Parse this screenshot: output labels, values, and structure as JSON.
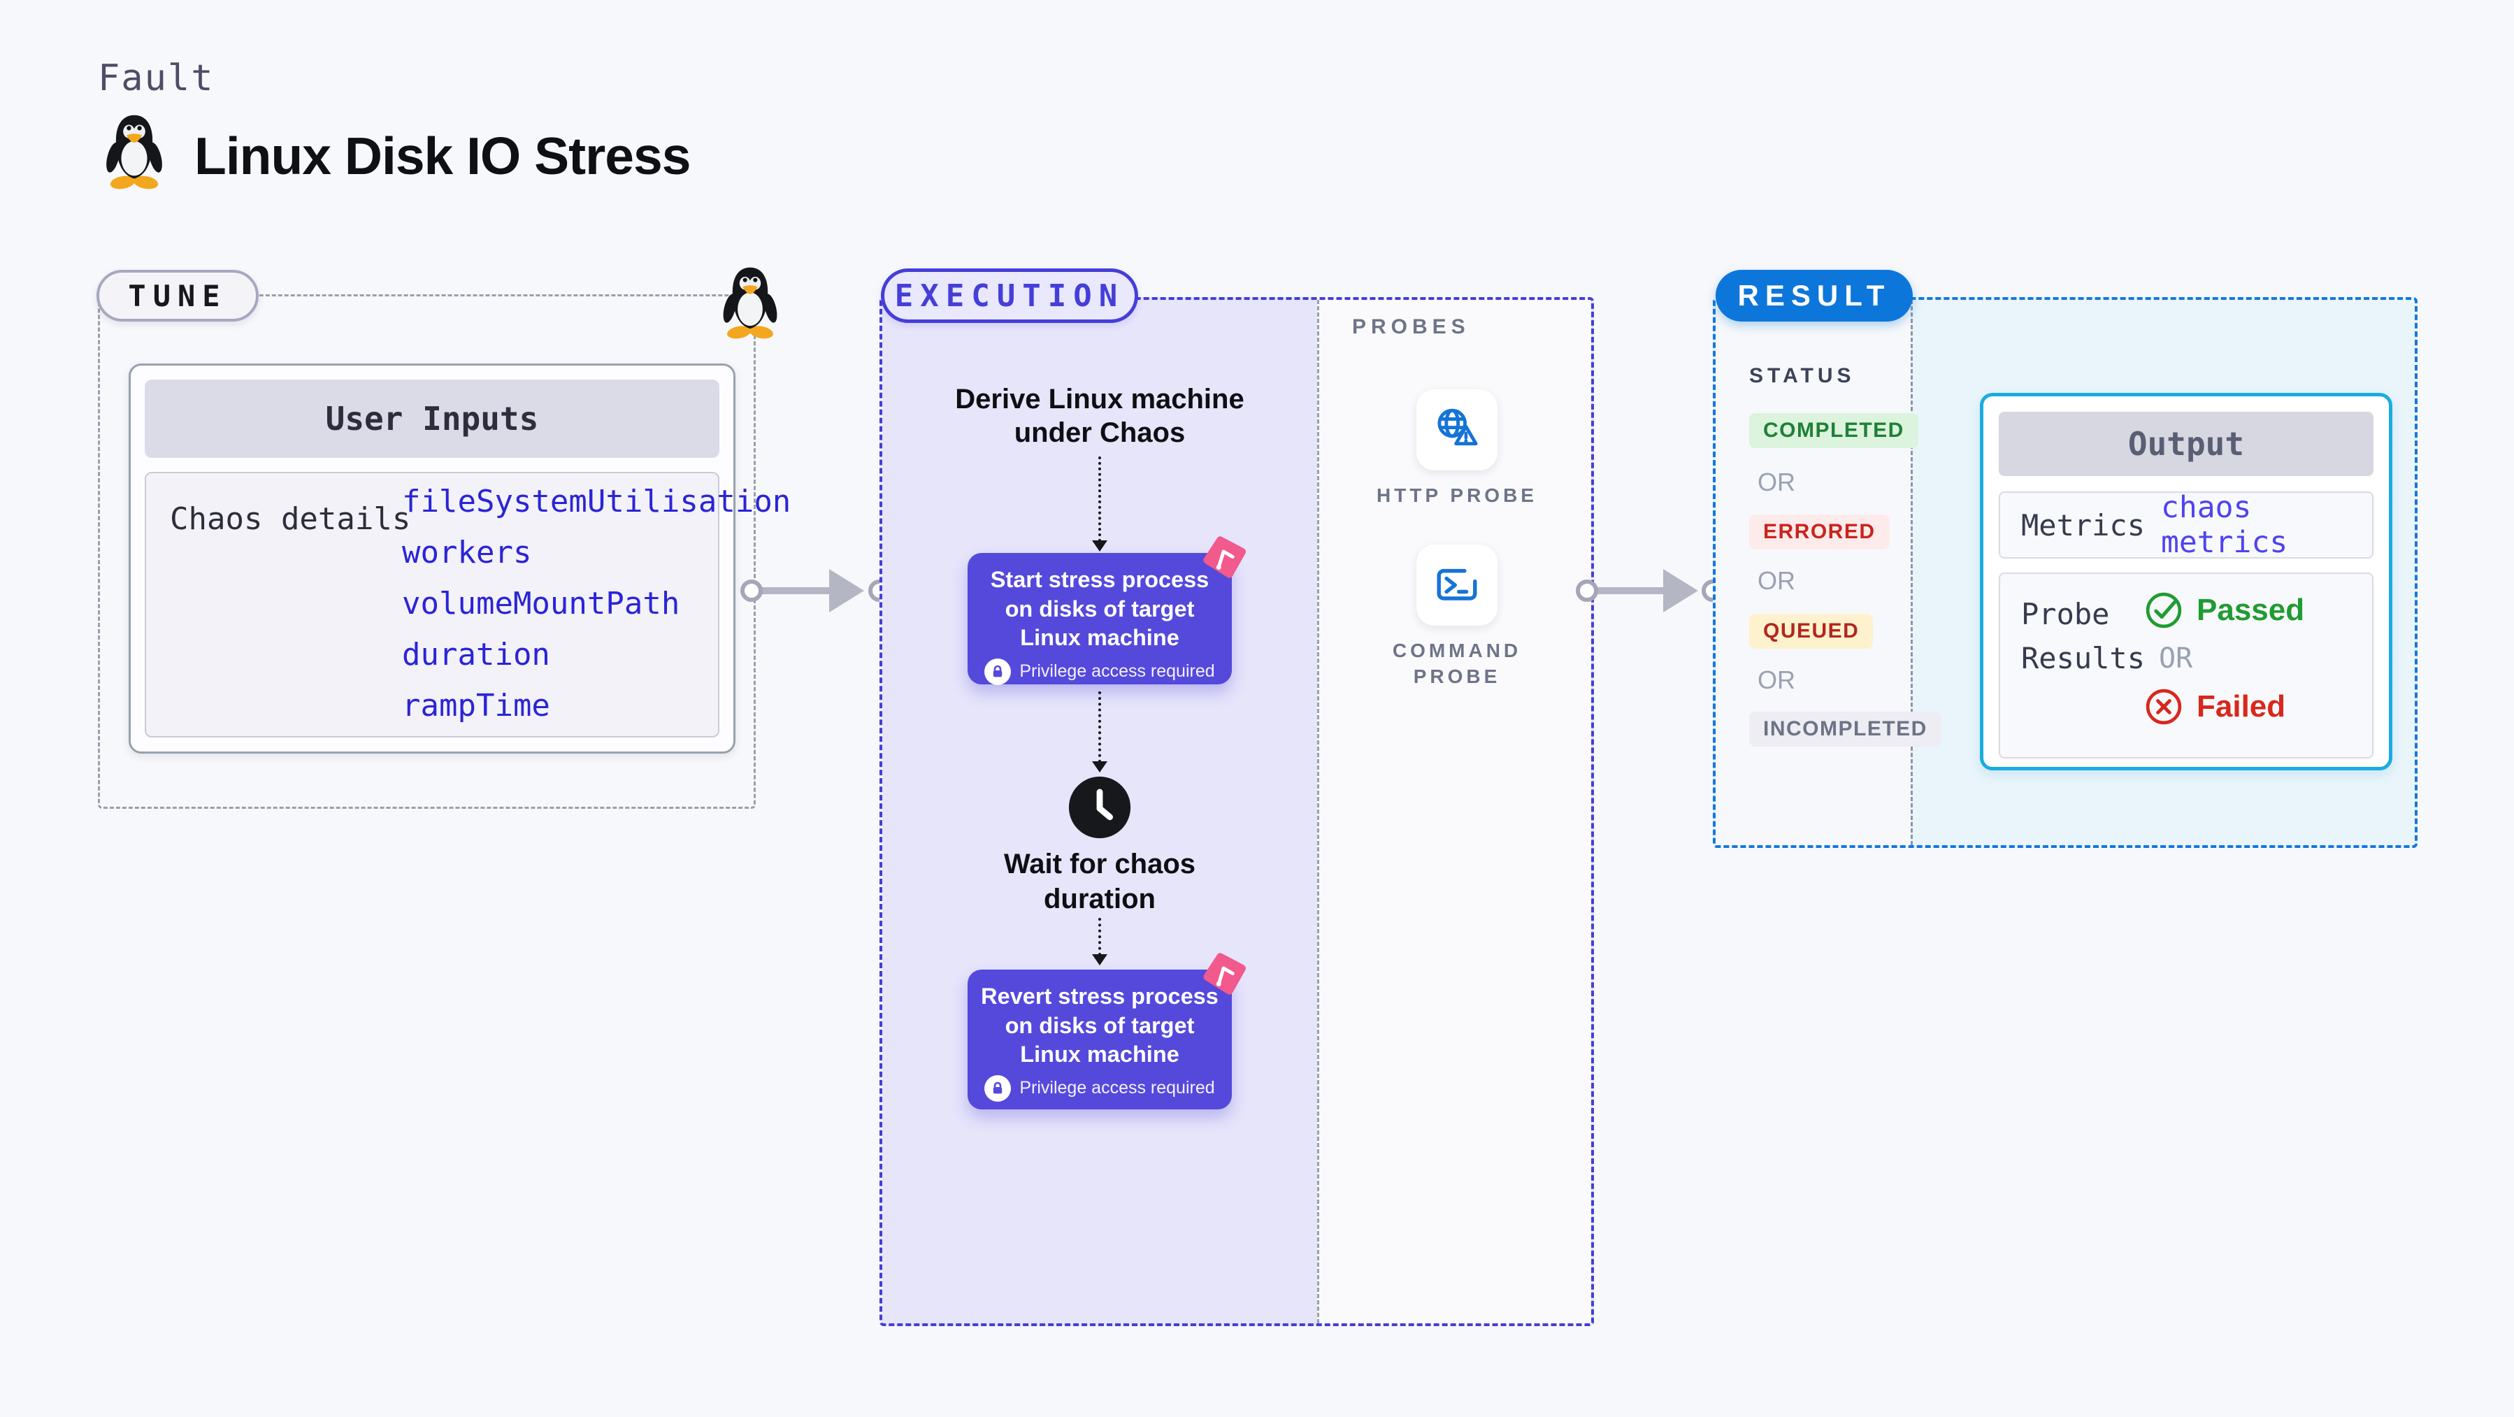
{
  "page": {
    "background": "#f7f8fb"
  },
  "header": {
    "kicker": "Fault",
    "title": "Linux Disk IO Stress",
    "icon": "tux-icon"
  },
  "tune": {
    "label": "TUNE",
    "corner_icon": "tux-icon",
    "card": {
      "header": "User Inputs",
      "row_label": "Chaos details",
      "values": [
        "fileSystemUtilisation",
        "workers",
        "volumeMountPath",
        "duration",
        "rampTime"
      ],
      "value_color": "#2b24d6"
    }
  },
  "execution": {
    "label": "EXECUTION",
    "accent_color": "#453ed8",
    "canvas_color": "#e6e5fa",
    "node_color": "#5549dc",
    "badge_icon_color": "#f2598c",
    "derive_text": "Derive Linux machine under Chaos",
    "wait_text": "Wait for chaos duration",
    "wait_icon": "clock-icon",
    "nodes": [
      {
        "text": "Start stress process on disks of target Linux machine",
        "privilege_text": "Privilege access required",
        "privilege_icon": "lock-icon",
        "badge_icon": "litmus-chaos-icon"
      },
      {
        "text": "Revert stress process on disks of target Linux machine",
        "privilege_text": "Privilege access required",
        "privilege_icon": "lock-icon",
        "badge_icon": "litmus-chaos-icon"
      }
    ]
  },
  "probes": {
    "label": "PROBES",
    "icon_color": "#1573d8",
    "items": [
      {
        "label": "HTTP PROBE",
        "icon": "globe-warning-icon"
      },
      {
        "label": "COMMAND PROBE",
        "icon": "terminal-icon"
      }
    ]
  },
  "result": {
    "label": "RESULT",
    "accent_color": "#1578de",
    "pill_color": "#0d76da",
    "panel_color": "#e9f5fb",
    "status_label": "STATUS",
    "or_label": "OR",
    "statuses": [
      {
        "label": "COMPLETED",
        "fg": "#1d8136",
        "bg": "#dcf3dd"
      },
      {
        "label": "ERRORED",
        "fg": "#c9241e",
        "bg": "#fdebeb"
      },
      {
        "label": "QUEUED",
        "fg": "#b3261e",
        "bg": "#fdf2cd"
      },
      {
        "label": "INCOMPLETED",
        "fg": "#6d7385",
        "bg": "#ededf3"
      }
    ],
    "output": {
      "header": "Output",
      "border_color": "#1aace0",
      "metrics_label": "Metrics",
      "metrics_value": "chaos metrics",
      "metrics_value_color": "#4f43f0",
      "probe_results_label": "Probe Results",
      "or_label": "OR",
      "passed": {
        "label": "Passed",
        "color": "#1f9c31",
        "icon": "check-circle-icon"
      },
      "failed": {
        "label": "Failed",
        "color": "#d8281c",
        "icon": "x-circle-icon"
      }
    }
  },
  "connectors": [
    {
      "from": "tune",
      "to": "execution",
      "style": "arrow-right"
    },
    {
      "from": "execution",
      "to": "result",
      "style": "arrow-right"
    }
  ]
}
